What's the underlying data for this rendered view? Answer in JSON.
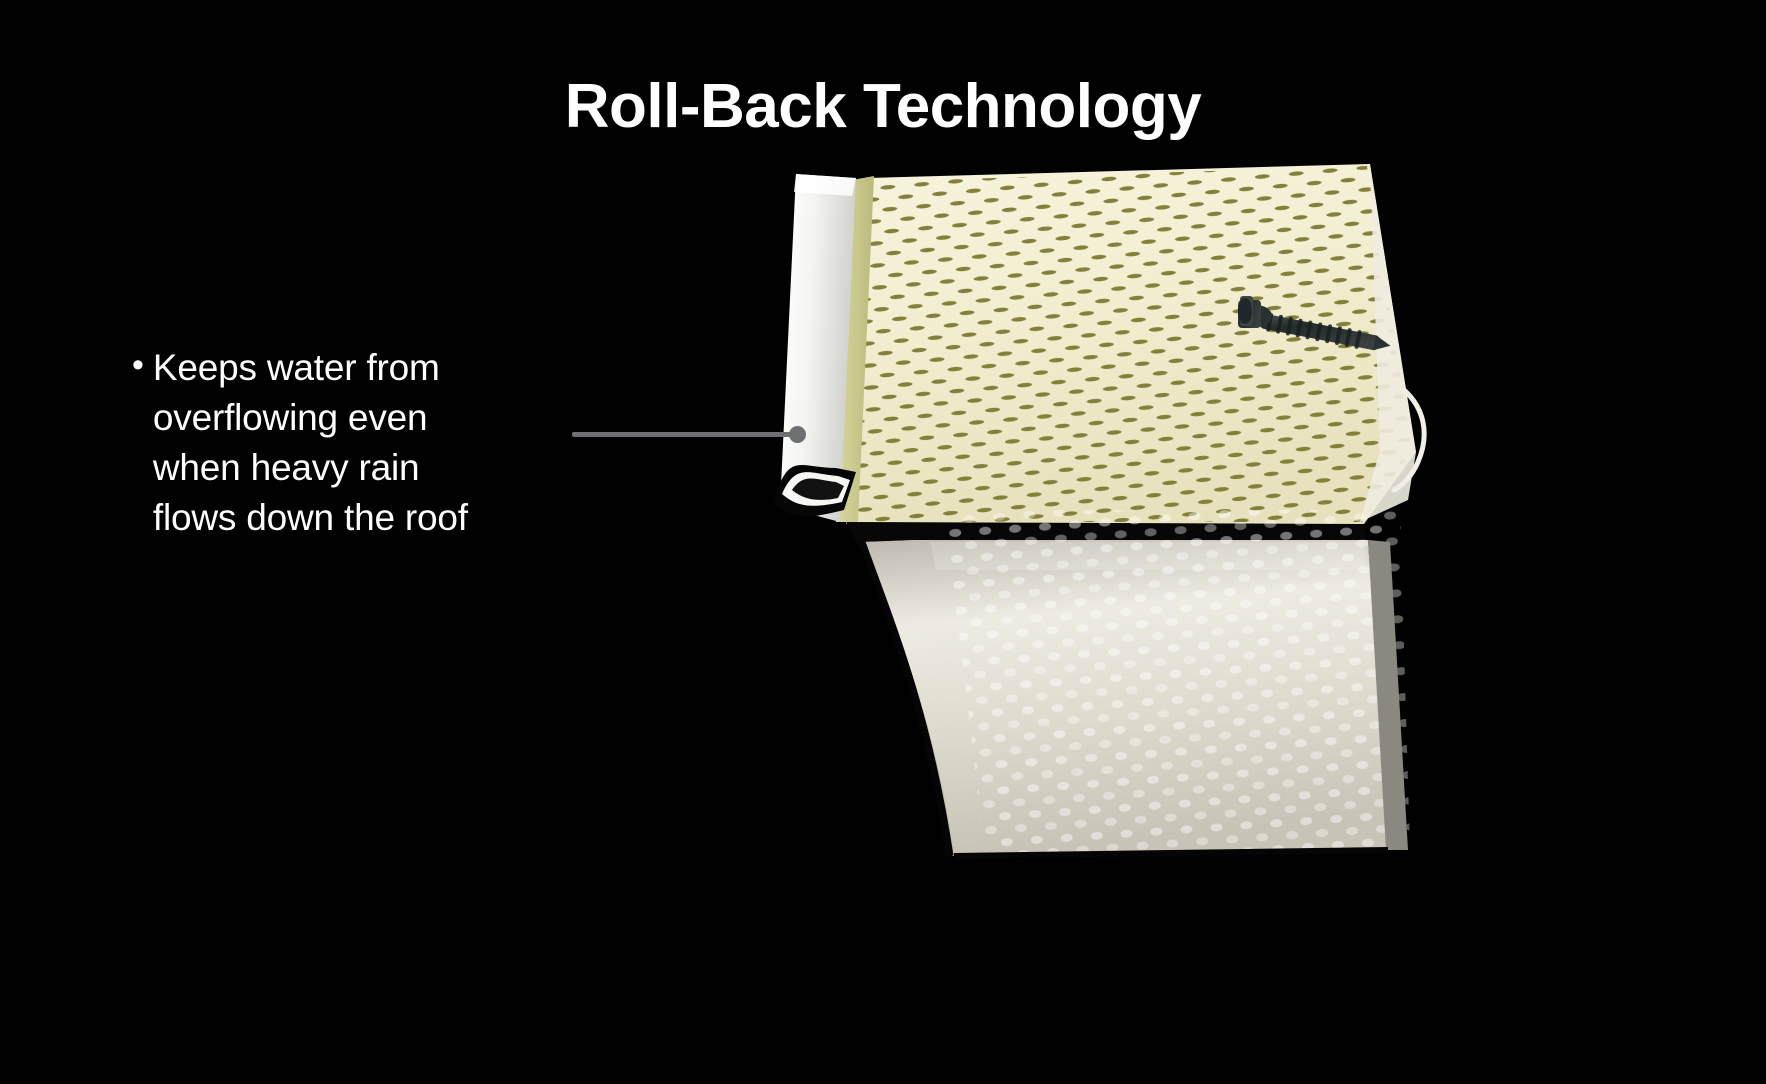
{
  "page": {
    "background_color": "#010101",
    "title": "Roll-Back Technology"
  },
  "callout": {
    "bullet_glyph": "•",
    "lines": [
      "Keeps water from",
      "overflowing even",
      "when heavy rain",
      "flows down the roof"
    ],
    "full_text": "Keeps water from overflowing even when heavy rain flows down the roof",
    "text_color": "#ffffff"
  },
  "leader": {
    "line_color": "#6f7073",
    "dot_color": "#6f7073"
  },
  "product": {
    "name": "gutter-guard-roll-back-edge",
    "parts": [
      {
        "name": "perforated-mesh-panel",
        "color": "#f3efd2"
      },
      {
        "name": "perforation-slot",
        "color": "#7d7a32"
      },
      {
        "name": "roll-back-front-edge",
        "color": "#fbfbf9"
      },
      {
        "name": "olive-side-rail",
        "color": "#c9c88d"
      },
      {
        "name": "hex-head-screw",
        "color": "#2e3536"
      },
      {
        "name": "gutter-body-textured",
        "color": "#d8d4c9"
      },
      {
        "name": "gutter-inner-shadow",
        "color": "#0a0a0a"
      }
    ]
  }
}
